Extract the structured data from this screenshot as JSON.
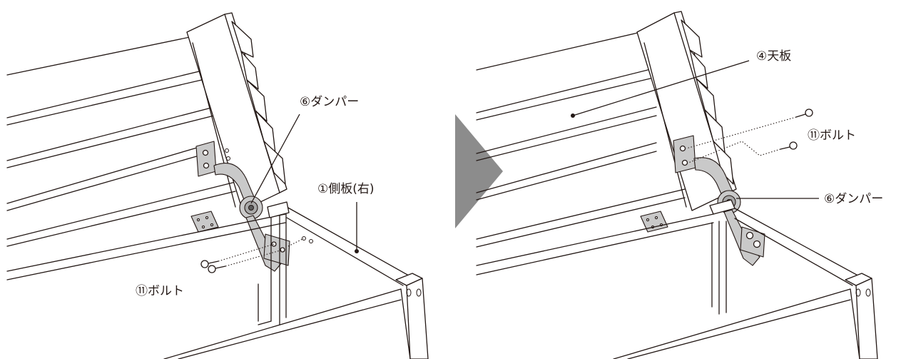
{
  "panels": [
    {
      "labels": {
        "damper": "⑥ダンパー",
        "side_panel": "①側板(右)",
        "bolt": "⑪ボルト"
      }
    },
    {
      "labels": {
        "top_board": "④天板",
        "bolt": "⑪ボルト",
        "damper": "⑥ダンパー"
      }
    }
  ],
  "colors": {
    "line": "#231815",
    "arrow": "#8c8c8c",
    "metal": "#c9c9c9",
    "background": "#ffffff"
  },
  "icons": {
    "step_arrow": "triangle-right-arrow-icon"
  }
}
